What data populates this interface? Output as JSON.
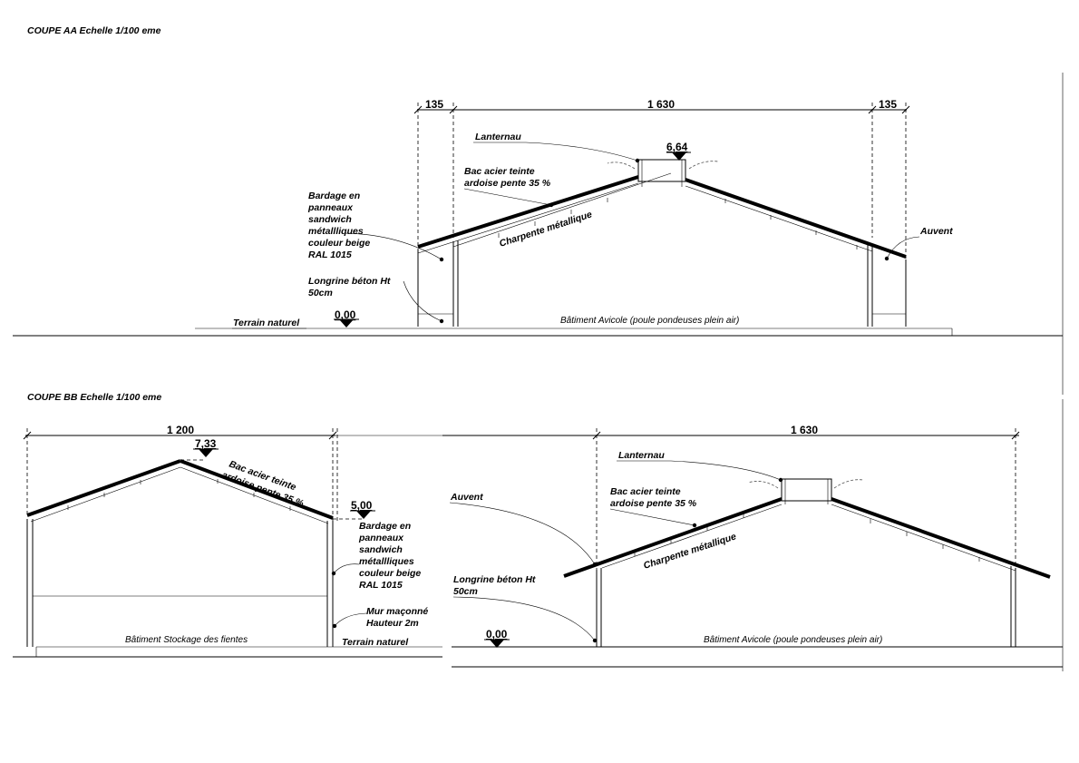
{
  "coupe_aa": {
    "title": "COUPE AA Echelle 1/100 eme",
    "dim_left": "135",
    "dim_main": "1 630",
    "dim_right": "135",
    "level_ridge": "6,64",
    "level_ground": "0,00",
    "label_lanternau": "Lanternau",
    "label_bac_1": "Bac acier teinte",
    "label_bac_2": "ardoise pente 35 %",
    "label_charpente": "Charpente métallique",
    "label_bardage": [
      "Bardage en",
      "panneaux",
      "sandwich",
      "métallliques",
      "couleur beige",
      "RAL 1015"
    ],
    "label_longrine": [
      "Longrine béton Ht",
      "50cm"
    ],
    "label_terrain": "Terrain naturel",
    "label_auvent": "Auvent",
    "label_batiment": "Bâtiment Avicole (poule pondeuses plein air)"
  },
  "coupe_bb": {
    "title": "COUPE BB Echelle 1/100 eme",
    "dim_storage": "1 200",
    "dim_avicole": "1 630",
    "level_ridge": "7,33",
    "level_wall": "5,00",
    "level_ground": "0,00",
    "label_bac_storage_1": "Bac acier teinte",
    "label_bac_storage_2": "ardoise pente 35 %",
    "label_bardage": [
      "Bardage en",
      "panneaux",
      "sandwich",
      "métallliques",
      "couleur beige",
      "RAL 1015"
    ],
    "label_mur": [
      "Mur maçonné",
      "Hauteur 2m"
    ],
    "label_terrain": "Terrain naturel",
    "label_batiment_storage": "Bâtiment Stockage des fientes",
    "label_auvent": "Auvent",
    "label_lanternau": "Lanternau",
    "label_bac_1": "Bac acier teinte",
    "label_bac_2": "ardoise pente 35 %",
    "label_charpente": "Charpente métallique",
    "label_longrine": [
      "Longrine béton Ht",
      "50cm"
    ],
    "label_batiment_avicole": "Bâtiment Avicole (poule pondeuses plein air)"
  }
}
